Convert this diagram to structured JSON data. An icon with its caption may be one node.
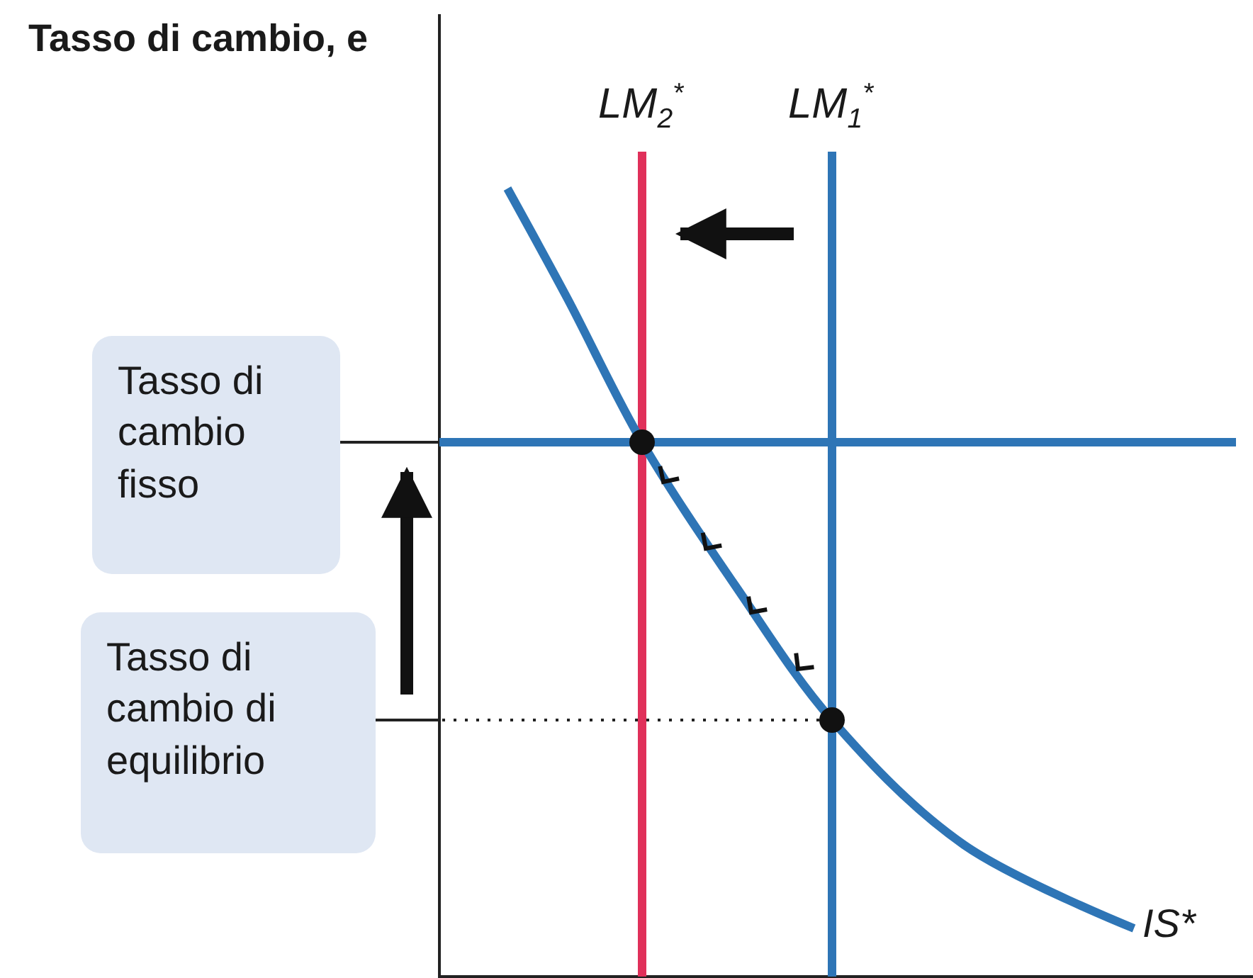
{
  "diagram": {
    "nodes": [
      {
        "text": [
          "Tasso di cambio fisso"
        ]
      },
      {
        "text": [
          "Tasso di cambio di equilibrio"
        ]
      }
    ],
    "edges": [
      {
        "from": 0,
        "to": null,
        "arrow": "none"
      },
      {
        "from": 1,
        "to": null,
        "arrow": "none"
      }
    ],
    "labels": [
      "Tasso di cambio, e",
      "LM$_{2}$$^{*}$",
      "LM$_{1}$$^{*}$",
      "IS*"
    ]
  }
}
